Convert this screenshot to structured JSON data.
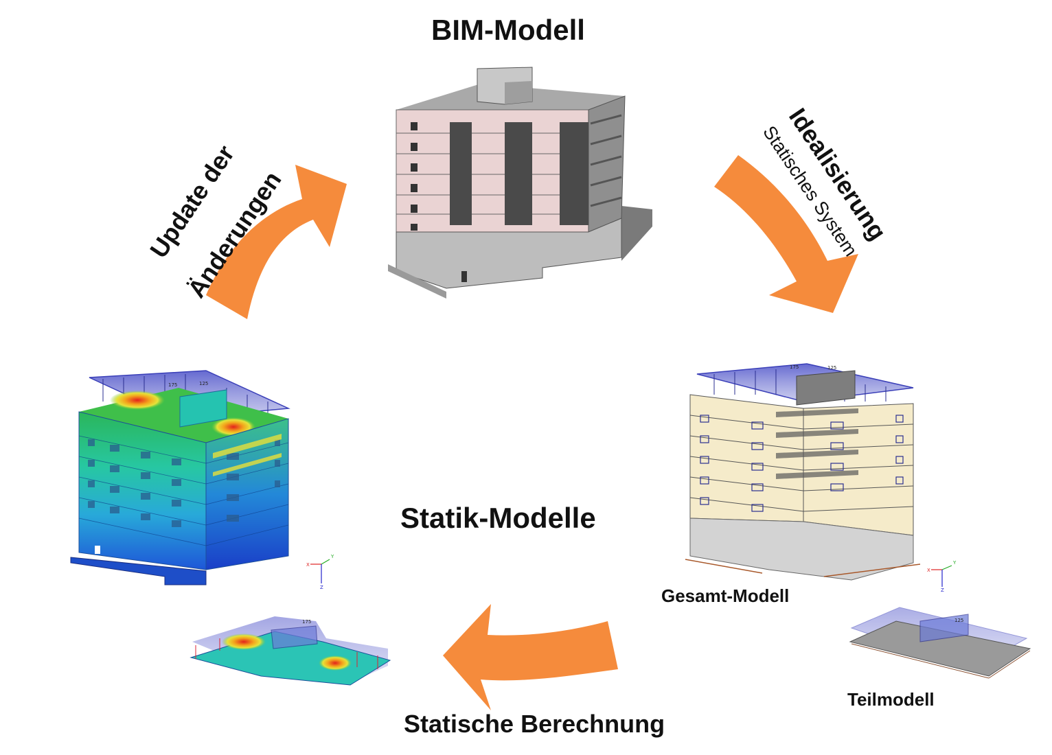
{
  "titles": {
    "bim_model": "BIM-Modell",
    "structural_models": "Statik-Modelle",
    "overall_model": "Gesamt-Modell",
    "partial_model": "Teilmodell"
  },
  "arrows": {
    "idealization": {
      "title": "Idealisierung",
      "subtitle": "Statisches System"
    },
    "calculation": {
      "title": "Statische Berechnung"
    },
    "update": {
      "line1": "Update der",
      "line2": "Änderungen"
    }
  },
  "load_labels": [
    "175",
    "125",
    "175",
    "125",
    "175",
    "125"
  ],
  "axis_labels": {
    "x": "X",
    "y": "Y",
    "z": "Z"
  },
  "colors": {
    "arrow": "#F58B3C",
    "facade": "#EAD3D3",
    "load_blue": "#3A3FB8",
    "hot": "#E3211C",
    "cool": "#1E56D8"
  }
}
